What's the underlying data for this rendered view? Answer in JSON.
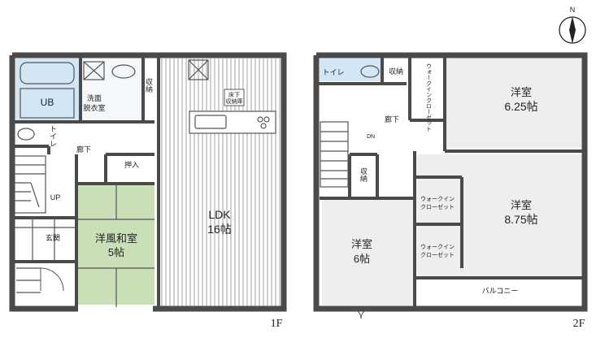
{
  "compass": {
    "label": "N"
  },
  "floor1": {
    "label": "1F",
    "rooms": {
      "ub": "UB",
      "washroom_line1": "洗面",
      "washroom_line2": "脱衣室",
      "storage": "収納",
      "toilet": "トイレ",
      "hallway": "廊下",
      "closet": "押入",
      "up": "UP",
      "entrance": "玄関",
      "japanese_room_name": "洋風和室",
      "japanese_room_size": "5帖",
      "ldk_name": "LDK",
      "ldk_size": "16帖",
      "pantry_line1": "床下",
      "pantry_line2": "収納庫"
    }
  },
  "floor2": {
    "label": "2F",
    "rooms": {
      "toilet": "トイレ",
      "storage": "収納",
      "walkin_vertical": "ウォークインクローゼット",
      "hallway": "廊下",
      "dn": "DN",
      "storage2": "収納",
      "room_a_name": "洋室",
      "room_a_size": "6.25帖",
      "room_b_name": "洋室",
      "room_b_size": "8.75帖",
      "room_c_name": "洋室",
      "room_c_size": "6帖",
      "walkin1": "ウォークイン\nクローゼット",
      "walkin1_line1": "ウォークイン",
      "walkin1_line2": "クローゼット",
      "walkin2_line1": "ウォークイン",
      "walkin2_line2": "クローゼット",
      "balcony": "バルコニー"
    }
  },
  "colors": {
    "tatami": "#c8dfb7",
    "bathroom": "#d2e6f5",
    "gray_room": "#eeeeee",
    "ldk_stripe": "#8a8a8a",
    "wall": "#4a4a4a"
  }
}
